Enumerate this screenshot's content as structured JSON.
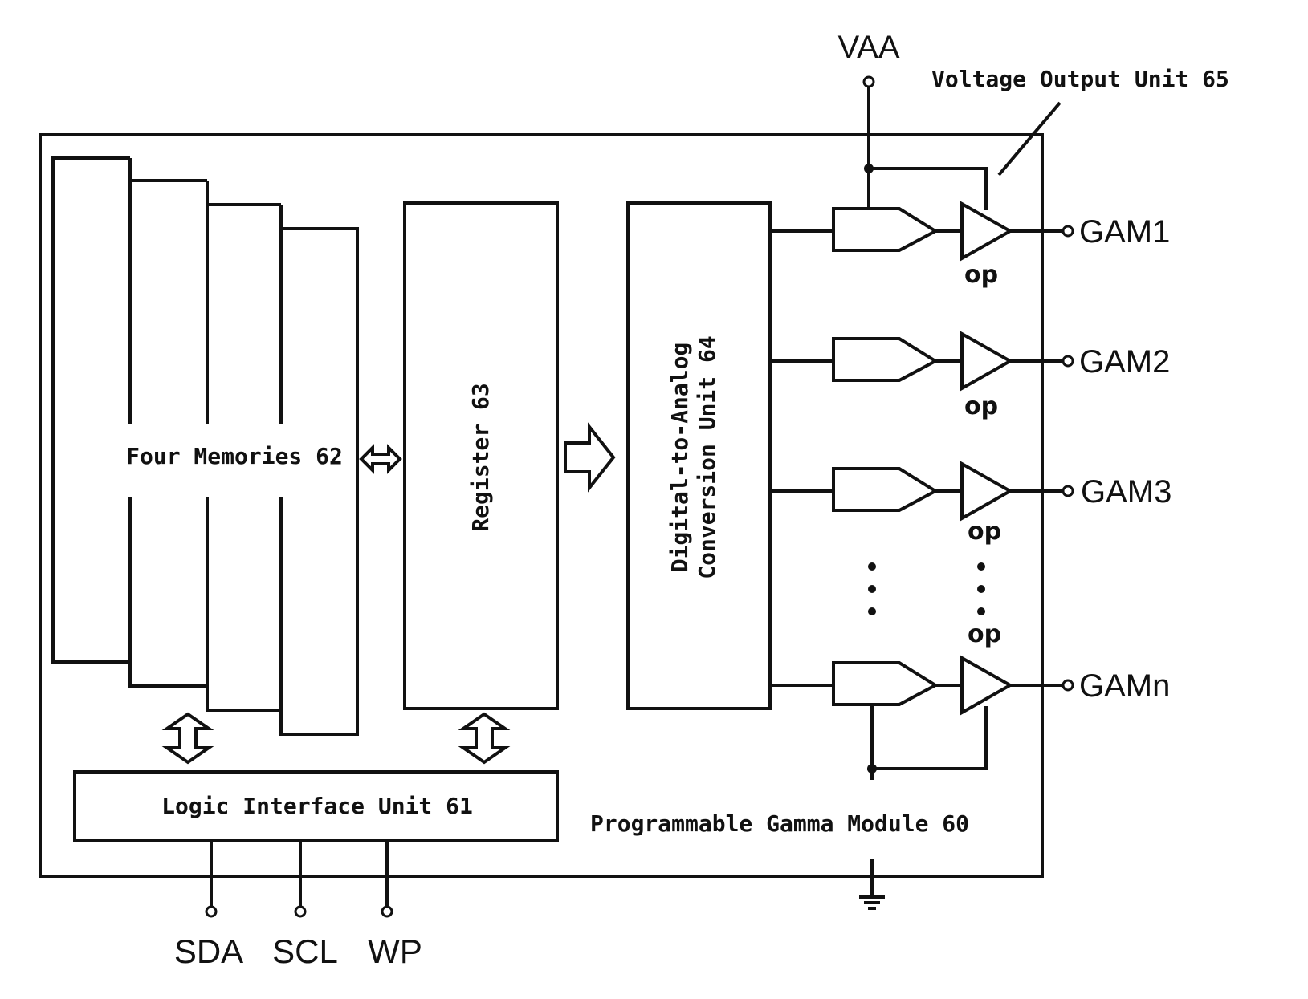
{
  "module": {
    "label": "Programmable Gamma Module 60"
  },
  "memories": {
    "label": "Four Memories 62"
  },
  "register": {
    "label": "Register 63"
  },
  "dac": {
    "line1": "Digital-to-Analog",
    "line2": "Conversion Unit 64"
  },
  "logic_interface": {
    "label": "Logic Interface Unit 61"
  },
  "voltage_output": {
    "label": "Voltage Output Unit 65"
  },
  "supply": {
    "label": "VAA"
  },
  "inputs": {
    "sda": "SDA",
    "scl": "SCL",
    "wp": "WP"
  },
  "op_label": "op",
  "outputs": [
    "GAM1",
    "GAM2",
    "GAM3",
    "GAMn"
  ]
}
